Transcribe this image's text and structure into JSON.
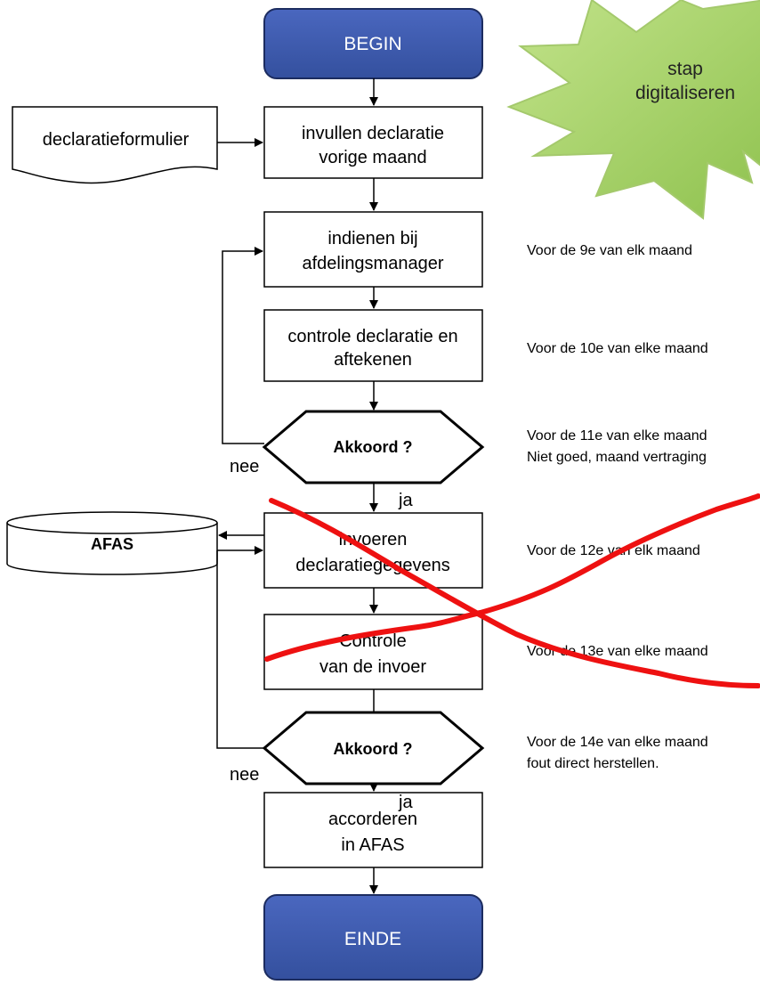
{
  "start": "BEGIN",
  "end": "EINDE",
  "star": {
    "line1": "stap",
    "line2": "digitaliseren"
  },
  "document": "declaratieformulier",
  "database": "AFAS",
  "steps": {
    "s1": {
      "line1": "invullen declaratie",
      "line2": "vorige maand"
    },
    "s2": {
      "line1": "indienen bij",
      "line2": "afdelingsmanager"
    },
    "s3": {
      "line1": "controle declaratie en",
      "line2": "aftekenen"
    },
    "s4": {
      "line1": "invoeren",
      "line2": "declaratiegegevens"
    },
    "s5": {
      "line1": "Controle",
      "line2": "van de invoer"
    },
    "s6": {
      "line1": "accorderen",
      "line2": "in AFAS"
    }
  },
  "decisions": {
    "d1": {
      "label": "Akkoord ?",
      "no": "nee",
      "yes": "ja"
    },
    "d2": {
      "label": "Akkoord ?",
      "no": "nee",
      "yes": "ja"
    }
  },
  "notes": {
    "n1": "Voor de 9e van elk maand",
    "n2": "Voor de 10e van elke maand",
    "n3a": "Voor de 11e van elke maand",
    "n3b": "Niet goed, maand vertraging",
    "n4": "Voor de 12e van elk maand",
    "n5": "Voor de 13e van elke maand",
    "n6a": "Voor de 14e van elke maand",
    "n6b": "fout direct herstellen."
  },
  "colors": {
    "terminal": "#3d5aad",
    "star": "#a6d169",
    "cross": "#ee1111"
  }
}
